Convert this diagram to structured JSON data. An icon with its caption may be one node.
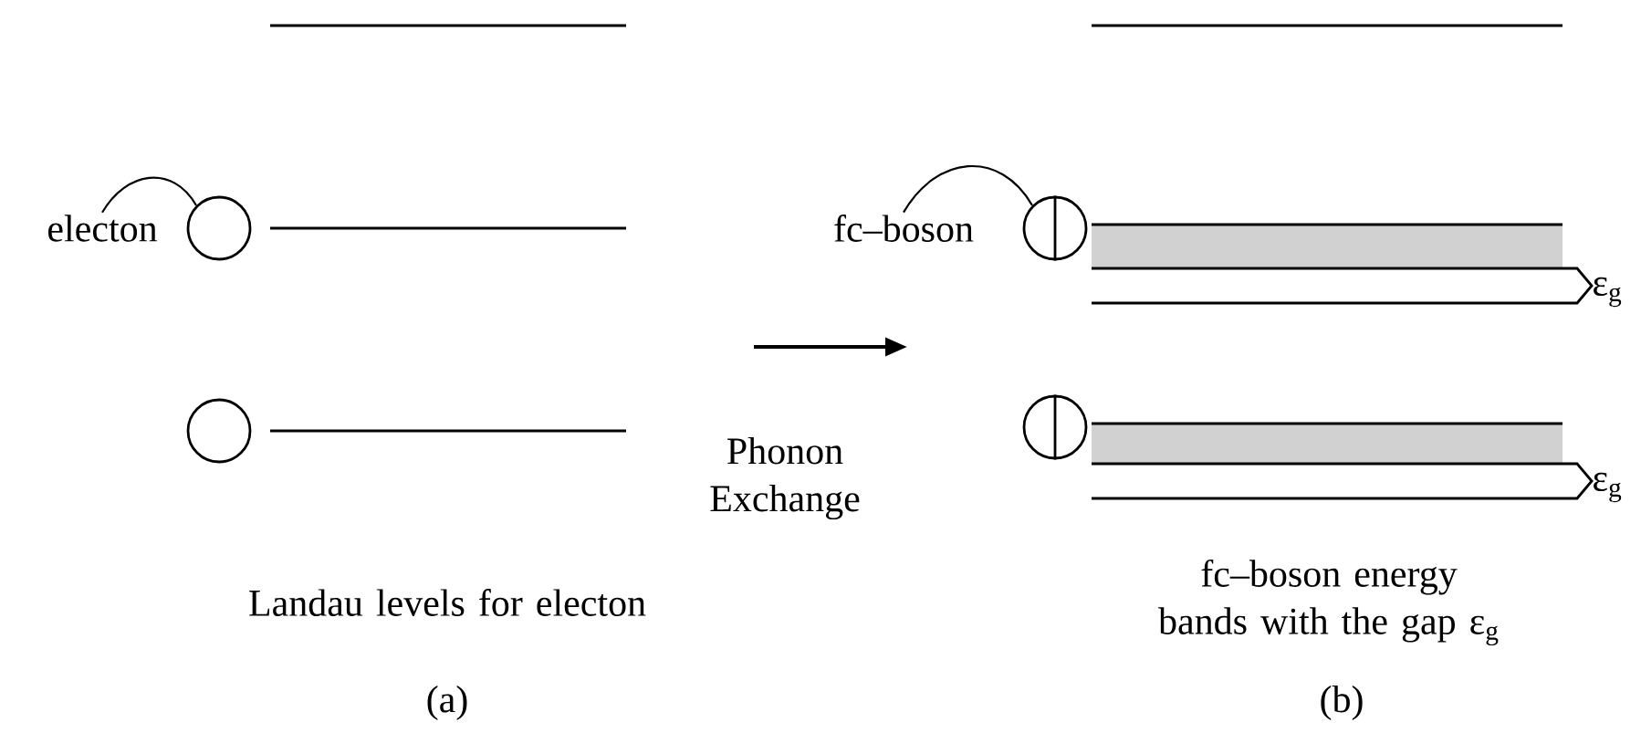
{
  "diagram": {
    "nodes": [
      {
        "text": [
          "electon"
        ]
      },
      {
        "text": [],
        "shape": "circle"
      },
      {
        "text": [],
        "shape": "circle"
      },
      {
        "text": [
          "fc–boson"
        ]
      },
      {
        "text": [],
        "shape": "circle"
      },
      {
        "text": [],
        "shape": "circle"
      }
    ],
    "edges": [
      {
        "from": 0,
        "to": 1,
        "arrow": "none"
      },
      {
        "from": 3,
        "to": 4,
        "arrow": "none"
      }
    ],
    "labels": [
      "ε$_{g}$",
      "Phonon Exchange",
      "ε$_{g}$",
      "Landau levels for electon",
      "fc–boson energy bands with the gap ε$_{g}$",
      "(a)",
      "(b)"
    ]
  }
}
